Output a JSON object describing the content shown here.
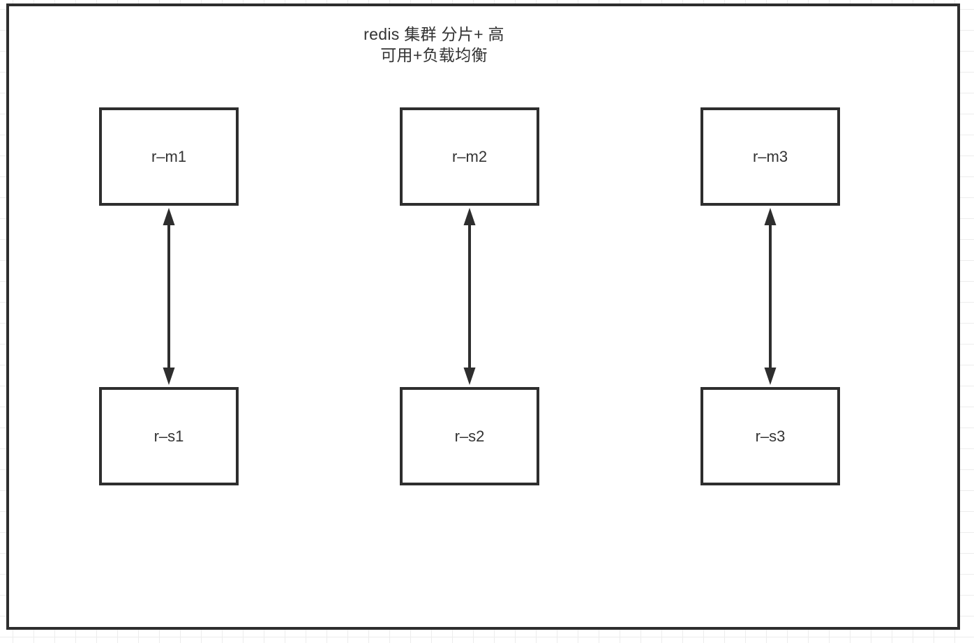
{
  "diagram": {
    "title": {
      "line1": "redis 集群 分片+ 高",
      "line2": "可用+负载均衡"
    },
    "columns": [
      {
        "master": "r–m1",
        "slave": "r–s1"
      },
      {
        "master": "r–m2",
        "slave": "r–s2"
      },
      {
        "master": "r–m3",
        "slave": "r–s3"
      }
    ],
    "edges": [
      {
        "from": "r–m1",
        "to": "r–s1",
        "style": "double-headed-arrow"
      },
      {
        "from": "r–m2",
        "to": "r–s2",
        "style": "double-headed-arrow"
      },
      {
        "from": "r–m3",
        "to": "r–s3",
        "style": "double-headed-arrow"
      }
    ],
    "colors": {
      "stroke": "#2e2e2e",
      "text": "#333333",
      "fill": "#ffffff",
      "grid": "#ececec",
      "background": "#ffffff"
    }
  }
}
